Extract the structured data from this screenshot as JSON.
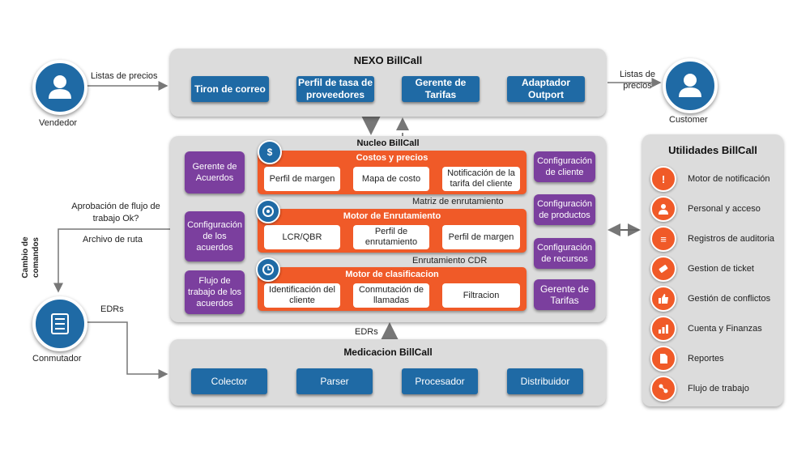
{
  "top_panel": {
    "title": "NEXO BillCall",
    "buttons": [
      "Tiron de correo",
      "Perfil de tasa de proveedores",
      "Gerente de Tarifas",
      "Adaptador Outport"
    ]
  },
  "vendor": {
    "label": "Vendedor",
    "arrow_label": "Listas de precios"
  },
  "customer": {
    "label": "Customer",
    "arrow_label": "Listas de precios"
  },
  "core_panel": {
    "title": "Nucleo BillCall",
    "left_boxes": [
      "Gerente de Acuerdos",
      "Configuración de los acuerdos",
      "Flujo de trabajo de los acuerdos"
    ],
    "right_boxes": [
      "Configuración de cliente",
      "Configuración de productos",
      "Configuración de recursos",
      "Gerente de Tarifas"
    ],
    "engines": [
      {
        "title": "Costos y precios",
        "items": [
          "Perfil de margen",
          "Mapa de costo",
          "Notificación de la tarifa del cliente"
        ]
      },
      {
        "title": "Motor de Enrutamiento",
        "items": [
          "LCR/QBR",
          "Perfil de enrutamiento",
          "Perfil de margen"
        ]
      },
      {
        "title": "Motor de clasificacion",
        "items": [
          "Identificación del cliente",
          "Conmutación de llamadas",
          "Filtracion"
        ]
      }
    ],
    "connector_labels": [
      "Matriz de enrutamiento",
      "Enrutamiento  CDR"
    ]
  },
  "left_labels": {
    "approval": "Aprobación de flujo de trabajo Ok?",
    "route_file": "Archivo de ruta",
    "command_change": "Cambio de comandos",
    "edrs": "EDRs"
  },
  "switch": {
    "label": "Conmutador"
  },
  "mediation_panel": {
    "title": "Medicacion BillCall",
    "edrs_label": "EDRs",
    "buttons": [
      "Colector",
      "Parser",
      "Procesador",
      "Distribuidor"
    ]
  },
  "utilities": {
    "title": "Utilidades BillCall",
    "items": [
      {
        "label": "Motor de notificación",
        "icon": "alert-icon"
      },
      {
        "label": "Personal y acceso",
        "icon": "people-icon"
      },
      {
        "label": "Registros de auditoria",
        "icon": "list-icon"
      },
      {
        "label": "Gestion de ticket",
        "icon": "ticket-icon"
      },
      {
        "label": "Gestión de conflictos",
        "icon": "thumbs-up-icon"
      },
      {
        "label": "Cuenta y Finanzas",
        "icon": "chart-icon"
      },
      {
        "label": "Reportes",
        "icon": "document-icon"
      },
      {
        "label": "Flujo de trabajo",
        "icon": "workflow-icon"
      }
    ]
  },
  "colors": {
    "blue": "#1f6aa5",
    "purple": "#7b3f9e",
    "orange": "#f05a28",
    "panel": "#dcdcdc"
  }
}
